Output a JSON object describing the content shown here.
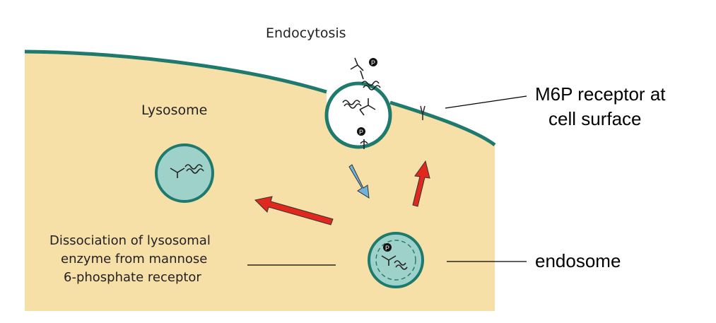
{
  "labels": {
    "endocytosis": "Endocytosis",
    "lysosome": "Lysosome",
    "m6p_line1": "M6P receptor at",
    "m6p_line2": "cell surface",
    "endosome": "endosome",
    "dissociation_line1": "Dissociation of lysosomal",
    "dissociation_line2": "enzyme from mannose",
    "dissociation_line3": "6-phosphate receptor",
    "phosphate_marker": "P"
  },
  "colors": {
    "cytoplasm": "#f7dfa8",
    "membrane": "#1f7a6e",
    "vesicle_fill": "#9fd1cb",
    "red_arrow": "#e0281e",
    "blue_arrow": "#6fb2dc",
    "leader_line": "#000000"
  }
}
